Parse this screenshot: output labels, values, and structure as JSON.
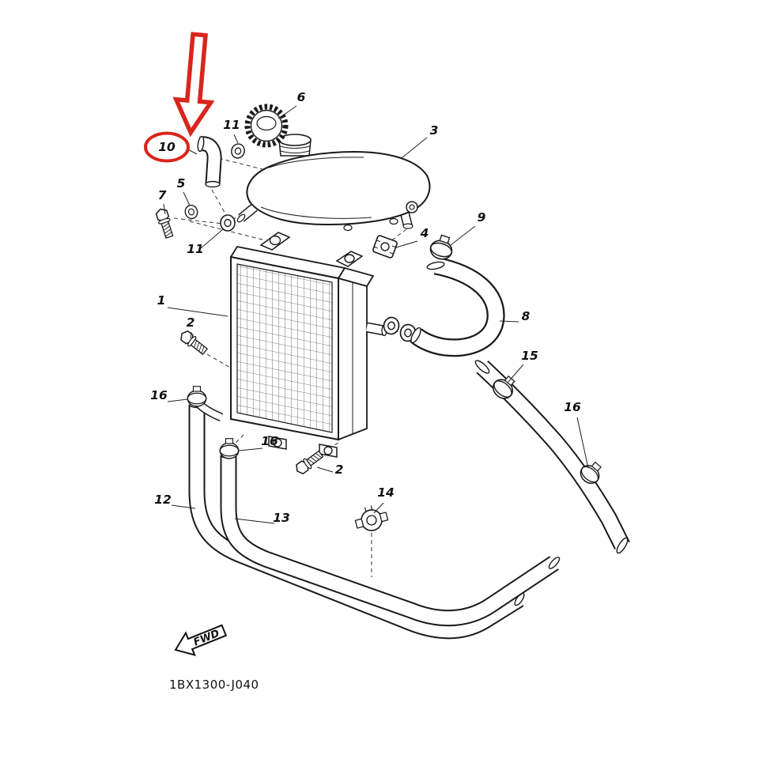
{
  "diagram": {
    "code": "1BX1300-J040",
    "fwd_label": "FWD",
    "highlighted_part": "10",
    "colors": {
      "highlight": "#d9251c",
      "line": "#1a1a1a",
      "background": "#ffffff"
    },
    "callouts": [
      {
        "part": "6"
      },
      {
        "part": "11"
      },
      {
        "part": "3"
      },
      {
        "part": "10"
      },
      {
        "part": "5"
      },
      {
        "part": "7"
      },
      {
        "part": "11"
      },
      {
        "part": "9"
      },
      {
        "part": "4"
      },
      {
        "part": "1"
      },
      {
        "part": "8"
      },
      {
        "part": "2"
      },
      {
        "part": "16"
      },
      {
        "part": "15"
      },
      {
        "part": "16"
      },
      {
        "part": "16"
      },
      {
        "part": "2"
      },
      {
        "part": "12"
      },
      {
        "part": "14"
      },
      {
        "part": "13"
      }
    ]
  }
}
